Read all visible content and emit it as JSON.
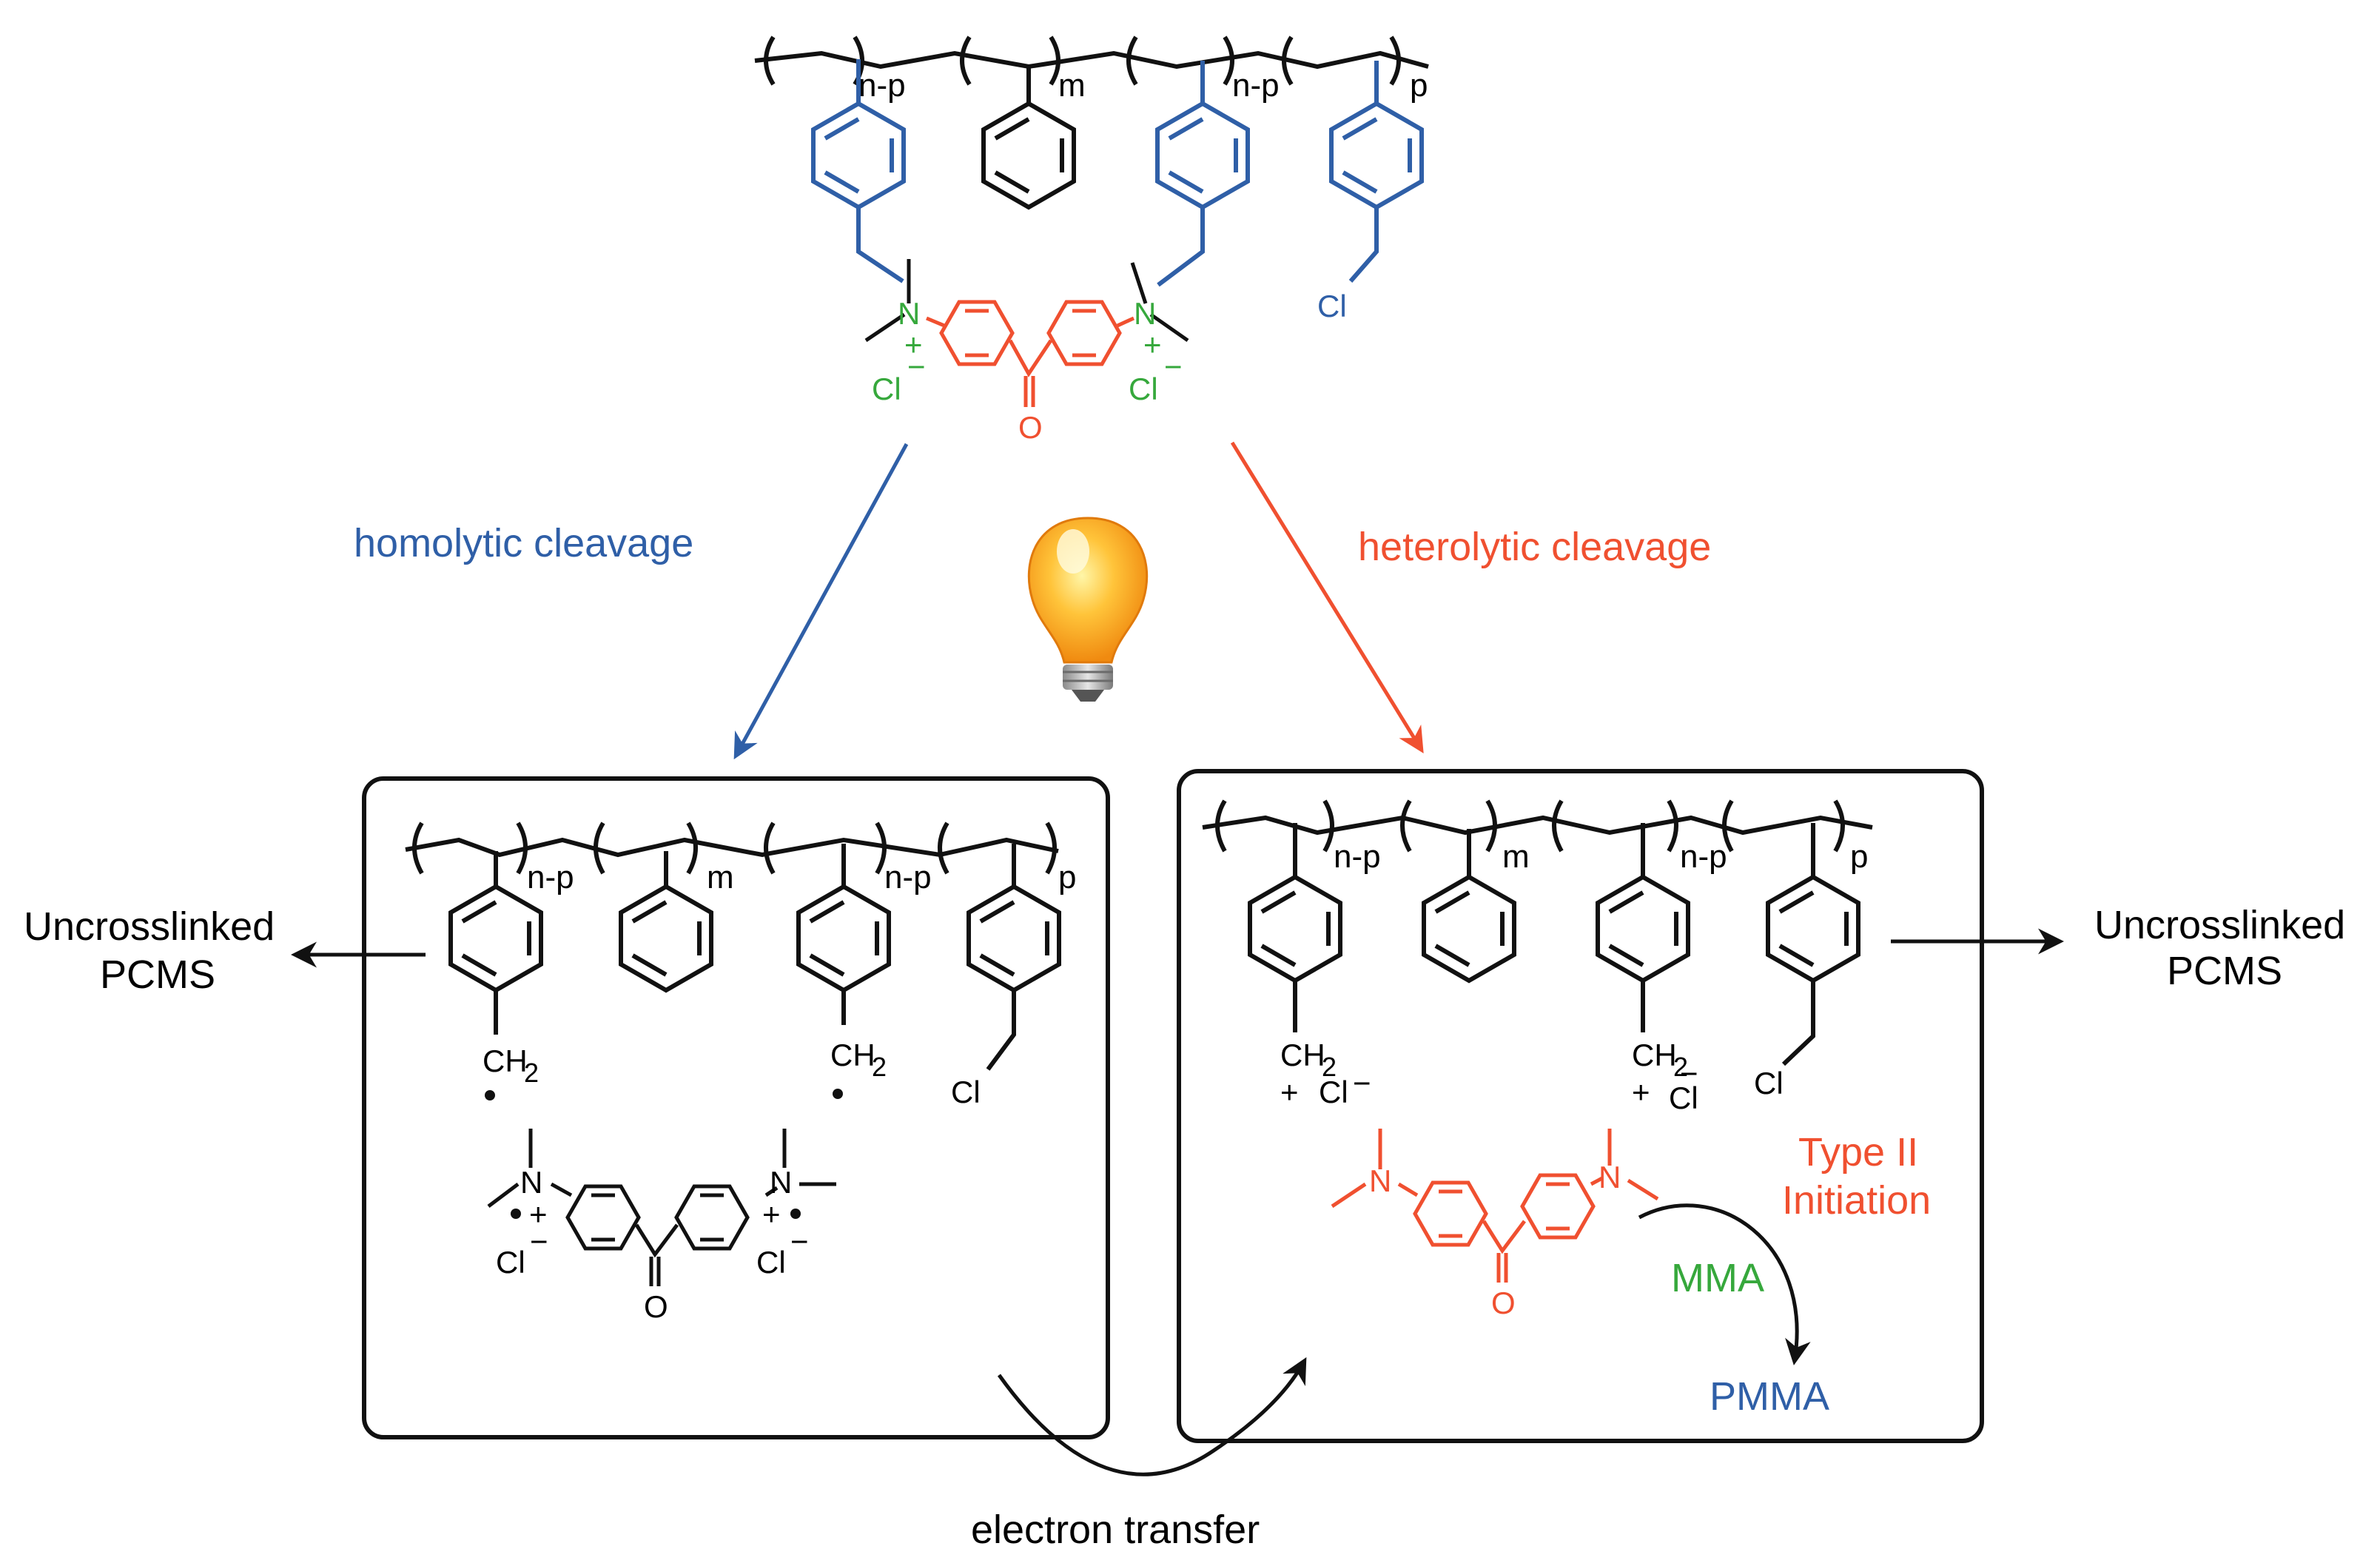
{
  "colors": {
    "black": "#111111",
    "blue": "#2f5fa7",
    "red": "#f05030",
    "green": "#36a83c",
    "bulb": "#f6a21a"
  },
  "icons": {
    "light": "light-bulb-icon"
  },
  "top_polymer": {
    "subscripts": [
      "n-p",
      "m",
      "n-p",
      "p"
    ],
    "cl_label": "Cl",
    "n_label": "N",
    "plus": "+",
    "counter_ion": "Cl",
    "minus": "−",
    "o_label": "O"
  },
  "arrows": {
    "left_label": "homolytic cleavage",
    "right_label": "heterolytic cleavage"
  },
  "left_panel": {
    "subscripts": [
      "n-p",
      "m",
      "n-p",
      "p"
    ],
    "ch2": "CH",
    "ch2_sub": "2",
    "cl_label": "Cl",
    "n_label": "N",
    "plus": "+",
    "counter_ion": "Cl",
    "minus": "−",
    "o_label": "O",
    "output_line1": "Uncrosslinked",
    "output_line2": "PCMS"
  },
  "right_panel": {
    "subscripts": [
      "n-p",
      "m",
      "n-p",
      "p"
    ],
    "ch2": "CH",
    "ch2_sub": "2",
    "plus": "+",
    "counter_ion": "Cl",
    "minus": "−",
    "cl_label": "Cl",
    "n_label": "N",
    "o_label": "O",
    "type_line1": "Type II",
    "type_line2": "Initiation",
    "monomer": "MMA",
    "polymer": "PMMA",
    "output_line1": "Uncrosslinked",
    "output_line2": "PCMS"
  },
  "bottom_label": "electron transfer"
}
